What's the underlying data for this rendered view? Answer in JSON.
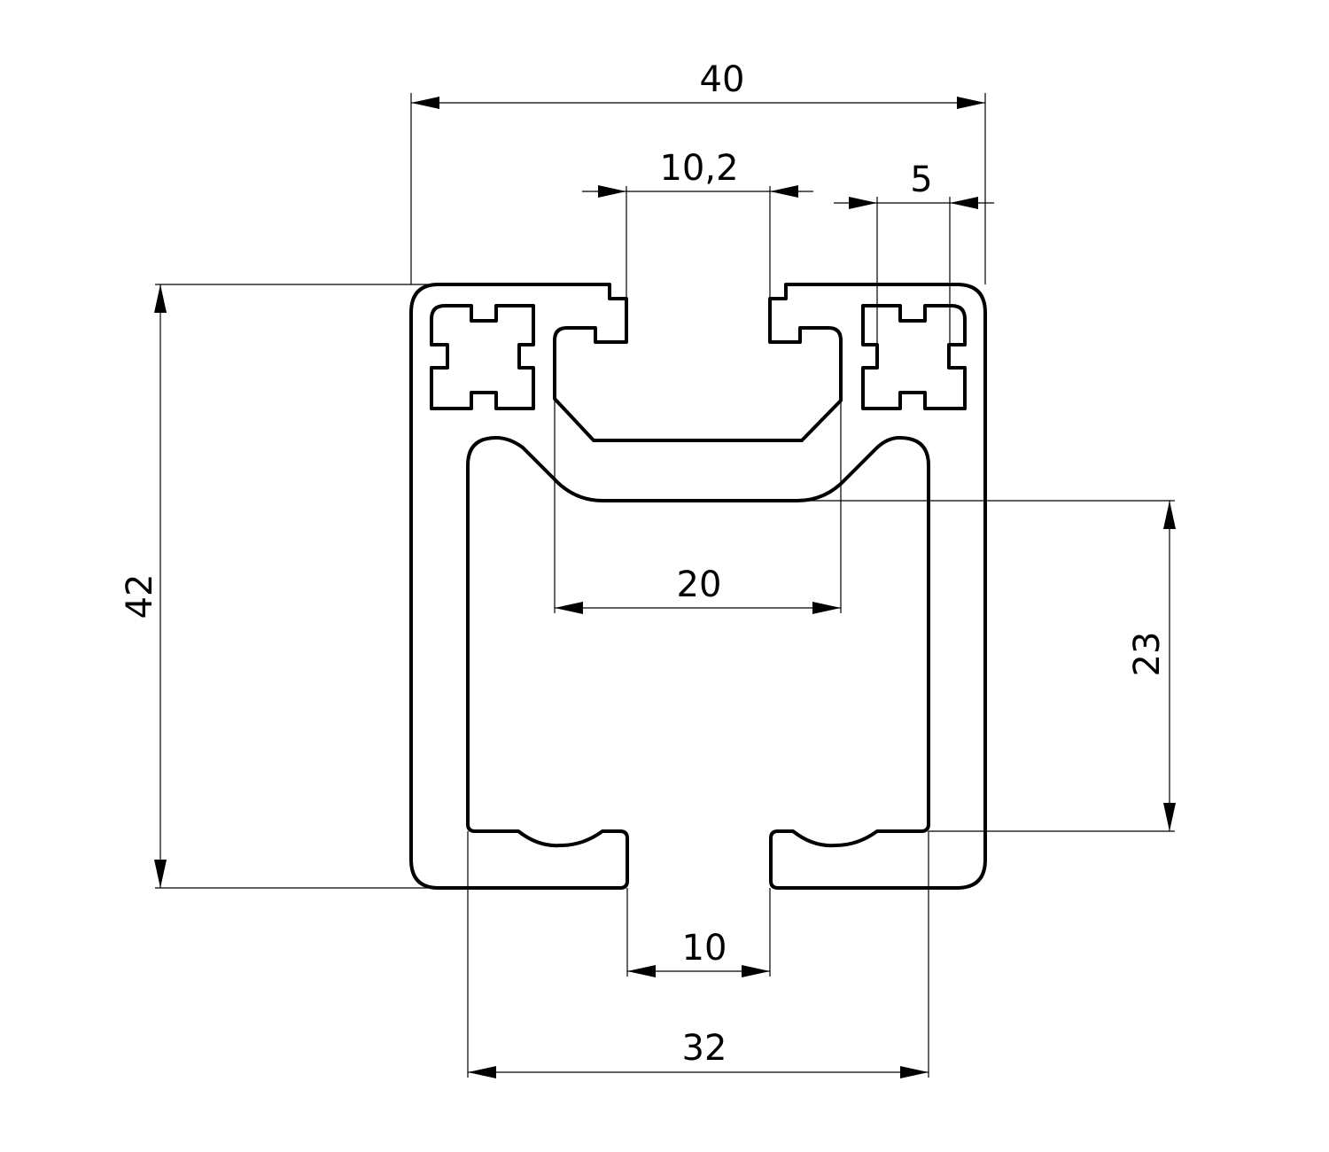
{
  "drawing": {
    "title": "Aluminium profile cross-section",
    "dimensions": {
      "width_40": "40",
      "slot_top_10_2": "10,2",
      "offset_5": "5",
      "height_42": "42",
      "inner_23": "23",
      "inner_20": "20",
      "slot_bottom_10": "10",
      "inner_32": "32"
    }
  }
}
